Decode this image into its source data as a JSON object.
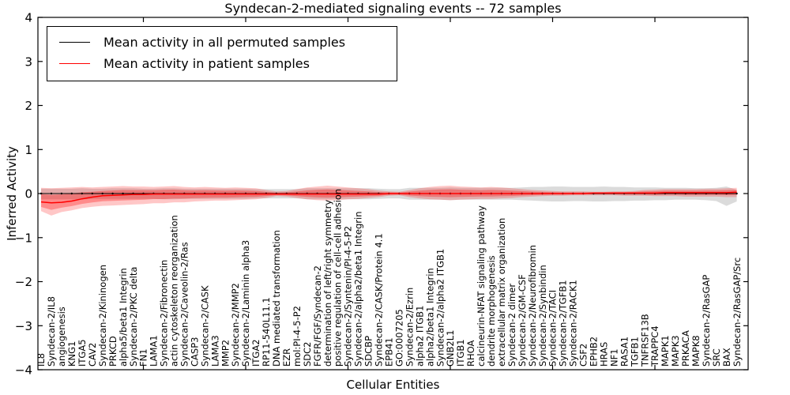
{
  "title": "Syndecan-2-mediated signaling events -- 72 samples",
  "axes": {
    "xlabel": "Cellular Entities",
    "ylabel": "Inferred Activity",
    "ylim": [
      -4,
      4
    ],
    "yticks": [
      4,
      3,
      2,
      1,
      0,
      -1,
      -2,
      -3,
      -4
    ],
    "ytick_labels": [
      "4",
      "3",
      "2",
      "1",
      "0",
      "−1",
      "−2",
      "−3",
      "−4"
    ],
    "xtick_indices": [
      10,
      20,
      30,
      40,
      50,
      60
    ],
    "grid": false
  },
  "legend": {
    "position": "upper left",
    "items": [
      {
        "label": "Mean activity in all permuted samples",
        "color": "#000000"
      },
      {
        "label": "Mean activity in patient samples",
        "color": "#ff0000"
      }
    ]
  },
  "colors": {
    "patient_line": "#ff0000",
    "permuted_line": "#000000",
    "patient_band": "#ff0000",
    "permuted_band": "#999999",
    "axis": "#000000"
  },
  "chart_data": {
    "type": "line",
    "title": "Syndecan-2-mediated signaling events -- 72 samples",
    "xlabel": "Cellular Entities",
    "ylabel": "Inferred Activity",
    "ylim": [
      -4,
      4
    ],
    "legend_position": "upper left",
    "categories": [
      "IL8",
      "Syndecan-2/IL8",
      "angiogenesis",
      "KNG1",
      "ITGA5",
      "CAV2",
      "Syndecan-2/Kininogen",
      "PRKCD",
      "alpha5/beta1 Integrin",
      "Syndecan-2/PKC delta",
      "FN1",
      "LAMA1",
      "Syndecan-2/Fibronectin",
      "actin cytoskeleton reorganization",
      "Syndecan-2/Caveolin-2/Ras",
      "CASP3",
      "Syndecan-2/CASK",
      "LAMA3",
      "MMP2",
      "Syndecan-2/MMP2",
      "Syndecan-2/Laminin alpha3",
      "ITGA2",
      "RP11-540L11.1",
      "DNA mediated transformation",
      "EZR",
      "mol:PI-4-5-P2",
      "SDC2",
      "FGFR/FGF/Syndecan-2",
      "determination of left/right symmetry",
      "positive regulation of cell-cell adhesion",
      "Syndecan-2/Syntenin/PI-4-5-P2",
      "Syndecan-2/alpha2/beta1 Integrin",
      "SDCBP",
      "Syndecan-2/CASK/Protein 4.1",
      "EPB41",
      "GO:0007205",
      "Syndecan-2/Ezrin",
      "alpha2 ITGB1",
      "alpha2/beta1 Integrin",
      "Syndecan-2/alpha2 ITGB1",
      "GNB2L1",
      "ITGB1",
      "RHOA",
      "calcineurin-NFAT signaling pathway",
      "dendrite morphogenesis",
      "extracellular matrix organization",
      "Syndecan-2 dimer",
      "Syndecan-2/GM-CSF",
      "Syndecan-2/Neurofibromin",
      "Syndecan-2/Synbindin",
      "Syndecan-2/TACI",
      "Syndecan-2/TGFB1",
      "Syndecan-2/RACK1",
      "CSF2",
      "EPHB2",
      "HRAS",
      "NF1",
      "RASA1",
      "TGFB1",
      "TNFRSF13B",
      "TRAPPC4",
      "MAPK1",
      "MAPK3",
      "PRKACA",
      "MAPK8",
      "Syndecan-2/RasGAP",
      "SRC",
      "BAX",
      "Syndecan-2/RasGAP/Src"
    ],
    "series": [
      {
        "name": "Mean activity in all permuted samples",
        "color": "#000000",
        "marker": "dot",
        "values": [
          0,
          0,
          0,
          0,
          0,
          0,
          0,
          0,
          0,
          0,
          0,
          0,
          0,
          0,
          0,
          0,
          0,
          0,
          0,
          0,
          0,
          0,
          0,
          0,
          0,
          0,
          0,
          0,
          0,
          0,
          0,
          0,
          0,
          0,
          0,
          0,
          0,
          0,
          0,
          0,
          0,
          0,
          0,
          0,
          0,
          0,
          0,
          0,
          0,
          0,
          0,
          0,
          0,
          0,
          0,
          0,
          0,
          0,
          0,
          0,
          0,
          0,
          0,
          0,
          0,
          0,
          0,
          0,
          0
        ]
      },
      {
        "name": "Mean activity in patient samples",
        "color": "#ff0000",
        "marker": "none",
        "values": [
          -0.19,
          -0.21,
          -0.2,
          -0.17,
          -0.12,
          -0.08,
          -0.05,
          -0.04,
          -0.03,
          -0.02,
          -0.02,
          -0.01,
          -0.01,
          -0.01,
          -0.01,
          -0.01,
          -0.01,
          -0.01,
          -0.01,
          -0.01,
          -0.01,
          -0.01,
          -0.01,
          -0.01,
          -0.01,
          -0.01,
          -0.01,
          -0.01,
          -0.01,
          -0.01,
          -0.01,
          -0.01,
          -0.01,
          -0.01,
          0.0,
          0.0,
          0.0,
          0.0,
          0.0,
          0.0,
          0.0,
          0.0,
          0.0,
          0.0,
          0.0,
          0.0,
          0.0,
          0.0,
          0.0,
          0.0,
          0.0,
          0.0,
          0.0,
          0.0,
          0.01,
          0.01,
          0.01,
          0.01,
          0.01,
          0.01,
          0.01,
          0.02,
          0.02,
          0.02,
          0.02,
          0.02,
          0.02,
          0.02,
          0.03
        ]
      }
    ],
    "bands": [
      {
        "name": "permuted-sample-range",
        "color": "#999999",
        "opacity": 0.35,
        "inner_scale": 1,
        "upper": [
          0.11,
          0.11,
          0.11,
          0.11,
          0.12,
          0.11,
          0.11,
          0.12,
          0.12,
          0.12,
          0.11,
          0.11,
          0.12,
          0.12,
          0.11,
          0.11,
          0.11,
          0.11,
          0.11,
          0.11,
          0.11,
          0.1,
          0.1,
          0.1,
          0.1,
          0.1,
          0.12,
          0.12,
          0.12,
          0.12,
          0.12,
          0.12,
          0.12,
          0.11,
          0.1,
          0.1,
          0.13,
          0.13,
          0.13,
          0.13,
          0.14,
          0.13,
          0.13,
          0.13,
          0.13,
          0.13,
          0.13,
          0.14,
          0.15,
          0.15,
          0.16,
          0.16,
          0.15,
          0.15,
          0.15,
          0.16,
          0.15,
          0.15,
          0.14,
          0.14,
          0.14,
          0.13,
          0.13,
          0.13,
          0.12,
          0.12,
          0.13,
          0.16,
          0.08
        ],
        "lower": [
          -0.13,
          -0.13,
          -0.13,
          -0.13,
          -0.13,
          -0.12,
          -0.12,
          -0.12,
          -0.12,
          -0.12,
          -0.12,
          -0.12,
          -0.13,
          -0.13,
          -0.12,
          -0.12,
          -0.12,
          -0.12,
          -0.12,
          -0.12,
          -0.12,
          -0.11,
          -0.11,
          -0.11,
          -0.11,
          -0.11,
          -0.13,
          -0.13,
          -0.13,
          -0.13,
          -0.13,
          -0.13,
          -0.13,
          -0.12,
          -0.11,
          -0.11,
          -0.14,
          -0.14,
          -0.14,
          -0.14,
          -0.15,
          -0.14,
          -0.14,
          -0.14,
          -0.14,
          -0.14,
          -0.14,
          -0.15,
          -0.16,
          -0.17,
          -0.18,
          -0.18,
          -0.17,
          -0.17,
          -0.18,
          -0.18,
          -0.17,
          -0.17,
          -0.16,
          -0.16,
          -0.15,
          -0.15,
          -0.14,
          -0.14,
          -0.14,
          -0.15,
          -0.17,
          -0.28,
          -0.18
        ]
      },
      {
        "name": "patient-sample-range",
        "color": "#ff0000",
        "opacity": 0.22,
        "inner_scale": 0.55,
        "upper": [
          0.13,
          0.12,
          0.13,
          0.14,
          0.15,
          0.14,
          0.15,
          0.16,
          0.17,
          0.16,
          0.16,
          0.15,
          0.16,
          0.17,
          0.15,
          0.14,
          0.15,
          0.14,
          0.13,
          0.14,
          0.13,
          0.12,
          0.08,
          0.05,
          0.06,
          0.1,
          0.14,
          0.16,
          0.18,
          0.16,
          0.14,
          0.12,
          0.1,
          0.07,
          0.05,
          0.04,
          0.08,
          0.12,
          0.15,
          0.17,
          0.18,
          0.16,
          0.15,
          0.14,
          0.15,
          0.14,
          0.12,
          0.1,
          0.08,
          0.07,
          0.06,
          0.05,
          0.05,
          0.05,
          0.04,
          0.04,
          0.05,
          0.05,
          0.06,
          0.08,
          0.09,
          0.1,
          0.1,
          0.1,
          0.1,
          0.11,
          0.11,
          0.12,
          0.13
        ],
        "lower": [
          -0.4,
          -0.5,
          -0.42,
          -0.38,
          -0.33,
          -0.3,
          -0.28,
          -0.27,
          -0.26,
          -0.25,
          -0.24,
          -0.22,
          -0.22,
          -0.2,
          -0.2,
          -0.18,
          -0.17,
          -0.16,
          -0.16,
          -0.15,
          -0.14,
          -0.13,
          -0.1,
          -0.06,
          -0.07,
          -0.1,
          -0.13,
          -0.15,
          -0.16,
          -0.15,
          -0.13,
          -0.12,
          -0.1,
          -0.08,
          -0.05,
          -0.04,
          -0.08,
          -0.11,
          -0.13,
          -0.14,
          -0.15,
          -0.14,
          -0.13,
          -0.12,
          -0.12,
          -0.11,
          -0.1,
          -0.08,
          -0.07,
          -0.06,
          -0.05,
          -0.05,
          -0.04,
          -0.04,
          -0.04,
          -0.04,
          -0.04,
          -0.05,
          -0.05,
          -0.05,
          -0.06,
          -0.06,
          -0.06,
          -0.07,
          -0.07,
          -0.07,
          -0.07,
          -0.08,
          -0.08
        ]
      }
    ]
  }
}
